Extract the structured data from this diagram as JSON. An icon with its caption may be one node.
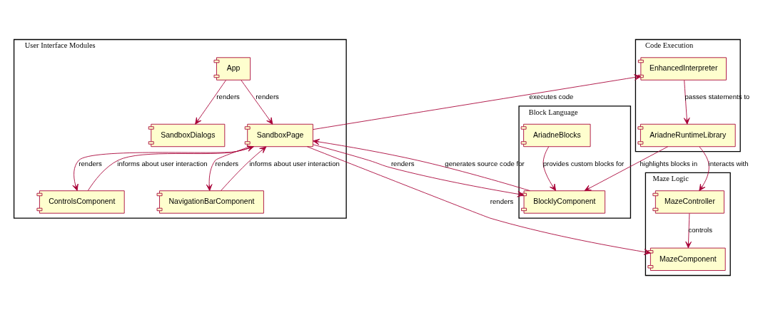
{
  "diagram": {
    "nodes": [
      {
        "text": [
          "User Interface Modules"
        ]
      },
      {
        "text": [
          "SandboxDialogs"
        ],
        "in": 0
      },
      {
        "text": [
          "App"
        ],
        "in": 0
      },
      {
        "text": [
          "ControlsComponent"
        ],
        "in": 0
      },
      {
        "text": [
          "SandboxPage"
        ],
        "in": 0
      },
      {
        "text": [
          "NavigationBarComponent"
        ],
        "in": 0
      },
      {
        "text": [
          "Code Execution"
        ]
      },
      {
        "text": [
          "EnhancedInterpreter"
        ],
        "in": 6
      },
      {
        "text": [
          "AriadneRuntimeLibrary"
        ],
        "in": 6
      },
      {
        "text": [
          "Block Language"
        ]
      },
      {
        "text": [
          "BlocklyComponent"
        ],
        "in": 9
      },
      {
        "text": [
          "AriadneBlocks"
        ],
        "in": 9
      },
      {
        "text": [
          "Maze Logic"
        ]
      },
      {
        "text": [
          "MazeController"
        ],
        "in": 12
      },
      {
        "text": [
          "MazeComponent"
        ],
        "in": 12
      }
    ],
    "edges": [
      {
        "from": 2,
        "to": 1,
        "arrow": "to",
        "label": "renders"
      },
      {
        "from": 2,
        "to": 4,
        "arrow": "to",
        "label": "renders"
      },
      {
        "from": 3,
        "to": 4,
        "arrow": "to",
        "label": "informs about user interaction"
      },
      {
        "from": 4,
        "to": 3,
        "arrow": "to",
        "label": "renders"
      },
      {
        "from": 4,
        "to": 7,
        "arrow": "to",
        "label": "executes code"
      },
      {
        "from": 5,
        "to": 4,
        "arrow": "to",
        "label": "informs about user interaction"
      },
      {
        "from": 4,
        "to": 5,
        "arrow": "to",
        "label": "renders"
      },
      {
        "from": 7,
        "to": 8,
        "arrow": "to",
        "label": "passes statements to"
      },
      {
        "from": 4,
        "to": 10,
        "arrow": "to",
        "label": "renders"
      },
      {
        "from": 10,
        "to": 4,
        "arrow": "to",
        "label": "generates source code for"
      },
      {
        "from": 8,
        "to": 10,
        "arrow": "to",
        "label": "highlights blocks in"
      },
      {
        "from": 8,
        "to": 13,
        "arrow": "to",
        "label": "interacts with"
      },
      {
        "from": 4,
        "to": 14,
        "arrow": "to",
        "label": "renders"
      },
      {
        "from": 11,
        "to": 10,
        "arrow": "to",
        "label": "provides custom blocks for"
      },
      {
        "from": 13,
        "to": 14,
        "arrow": "to",
        "label": "controls"
      }
    ]
  }
}
